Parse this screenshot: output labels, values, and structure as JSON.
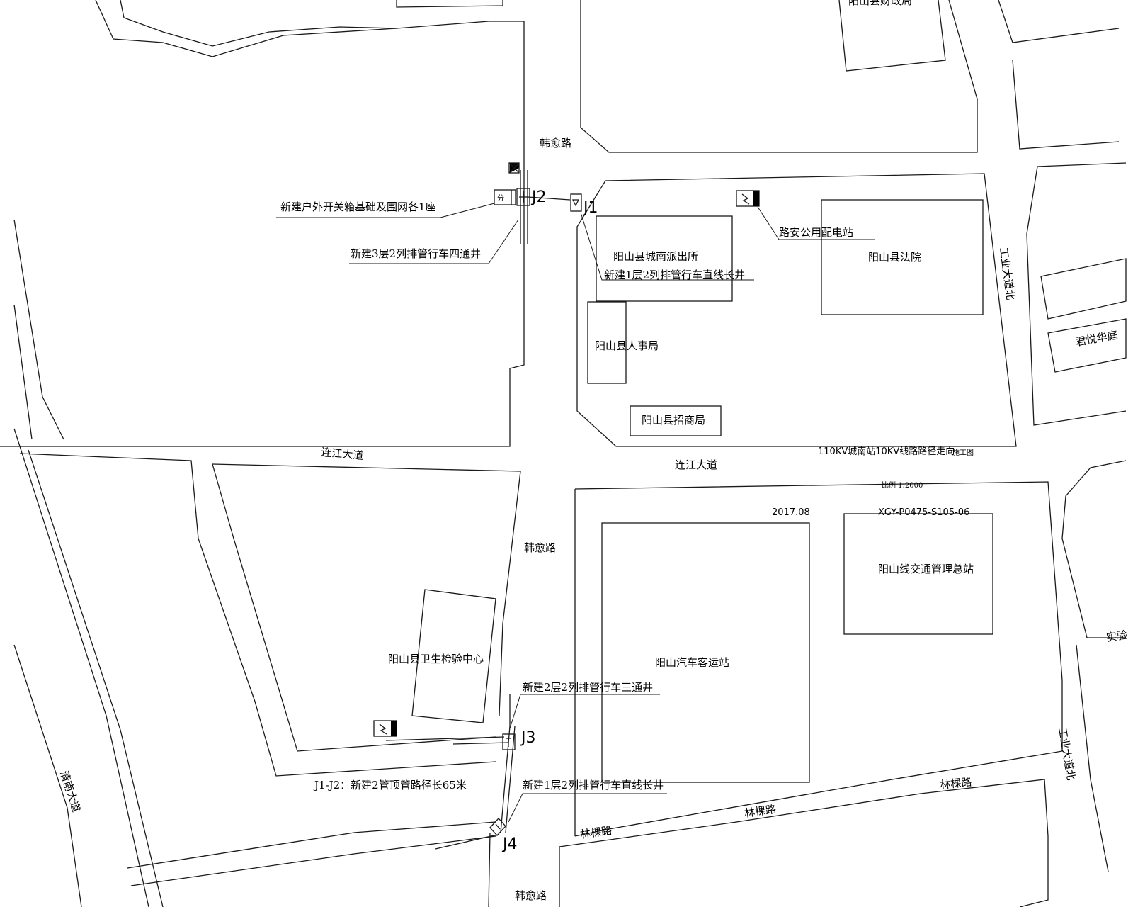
{
  "roads": {
    "hanyu_road": "韩愈路",
    "lianjiang_avenue": "连江大道",
    "gongye_avenue": "工业大道北",
    "linkuo_road": "林棵路",
    "side_road": "清南大道"
  },
  "buildings": {
    "police_station": "阳山县城南派出所",
    "court": "阳山县法院",
    "personnel_bureau": "阳山县人事局",
    "investment_bureau": "阳山县招商局",
    "hygiene_center": "阳山县卫生检验中心",
    "bus_station": "阳山汽车客运站",
    "traffic_station": "阳山线交通管理总站",
    "junyue_garden": "君悦华庭",
    "top_building": "阳山县财政局",
    "right_edge": "实验"
  },
  "annotations": {
    "switchbox": "新建户外开关箱基础及围网各1座",
    "well_j2": "新建3层2列排管行车四通井",
    "well_j1": "新建1层2列排管行车直线长井",
    "substation": "路安公用配电站",
    "well_j3": "新建2层2列排管行车三通井",
    "well_j4": "新建1层2列排管行车直线长井",
    "pipe_length": "J1-J2：新建2管顶管路径长65米"
  },
  "node_labels": {
    "j1": "J1",
    "j2": "J2",
    "j3": "J3",
    "j4": "J4"
  },
  "title_block": {
    "project": "110KV城南站10KV线路路径走向",
    "stage": "施工图",
    "scale": "比例 1:2000",
    "date": "2017.08",
    "drawing_no": "XGY-P0475-S105-06"
  },
  "colors": {
    "line": "#1a1a1a",
    "background": "#ffffff"
  }
}
